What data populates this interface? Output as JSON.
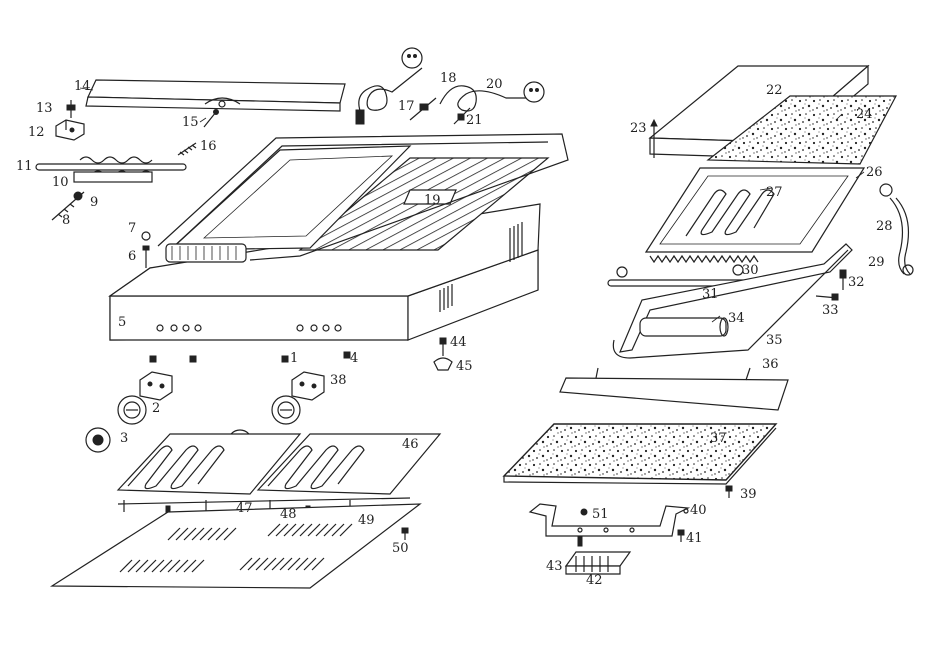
{
  "labels": [
    "1",
    "2",
    "3",
    "4",
    "5",
    "6",
    "7",
    "8",
    "9",
    "10",
    "11",
    "12",
    "13",
    "14",
    "15",
    "16",
    "17",
    "18",
    "19",
    "20",
    "21",
    "22",
    "23",
    "24",
    "26",
    "27",
    "28",
    "29",
    "30",
    "31",
    "32",
    "33",
    "34",
    "35",
    "36",
    "37",
    "38",
    "39",
    "40",
    "41",
    "42",
    "43",
    "44",
    "45",
    "46",
    "47",
    "48",
    "49",
    "50",
    "51"
  ],
  "colors": {
    "line": "#222222",
    "background": "#ffffff"
  }
}
